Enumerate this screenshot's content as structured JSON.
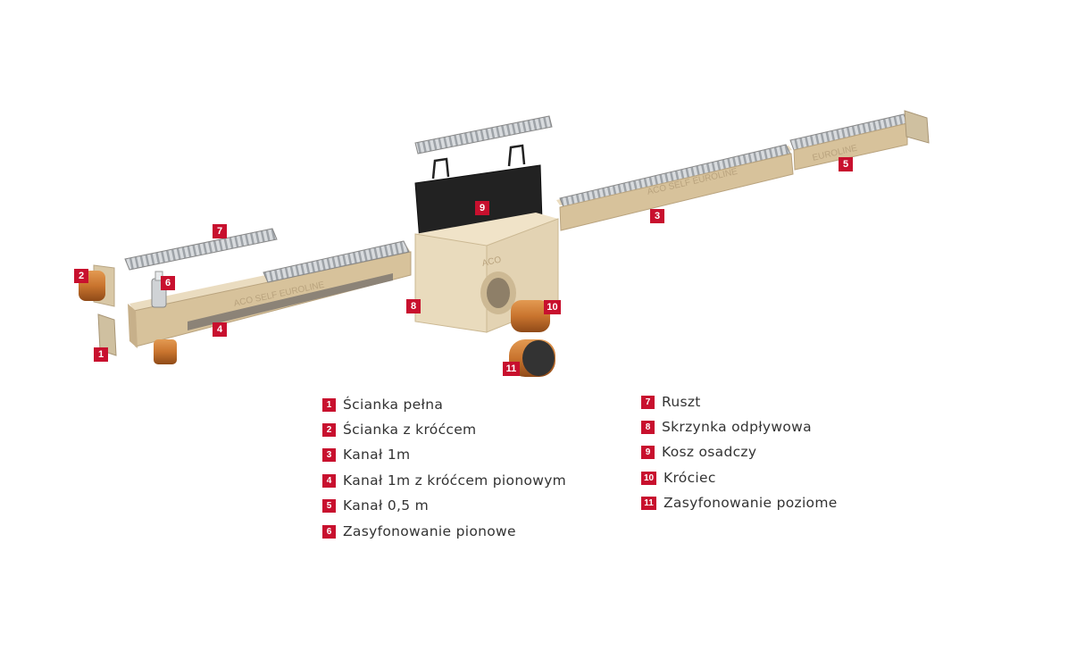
{
  "diagram": {
    "callouts": [
      {
        "number": "1",
        "part": "end-cap-solid"
      },
      {
        "number": "2",
        "part": "end-cap-with-outlet"
      },
      {
        "number": "3",
        "part": "channel-1m"
      },
      {
        "number": "4",
        "part": "channel-1m-vertical-outlet"
      },
      {
        "number": "5",
        "part": "channel-0-5m"
      },
      {
        "number": "6",
        "part": "vertical-trap"
      },
      {
        "number": "7",
        "part": "grate"
      },
      {
        "number": "8",
        "part": "outlet-box"
      },
      {
        "number": "9",
        "part": "sediment-basket"
      },
      {
        "number": "10",
        "part": "outlet-pipe"
      },
      {
        "number": "11",
        "part": "horizontal-trap"
      }
    ],
    "product_markings": {
      "channel_4": "ACO SELF EUROLINE",
      "channel_3": "ACO SELF EUROLINE",
      "channel_5": "EUROLINE",
      "box": "ACO"
    },
    "colors": {
      "badge": "#c8102e",
      "concrete": "#e3d3b3",
      "pipe": "#c9742e",
      "basket": "#222222",
      "grate": "#b9bdc2"
    }
  },
  "legend": {
    "left": [
      {
        "number": "1",
        "label": "Ścianka pełna"
      },
      {
        "number": "2",
        "label": "Ścianka z króćcem"
      },
      {
        "number": "3",
        "label": "Kanał 1m"
      },
      {
        "number": "4",
        "label": "Kanał 1m z króćcem pionowym"
      },
      {
        "number": "5",
        "label": "Kanał 0,5 m"
      },
      {
        "number": "6",
        "label": "Zasyfonowanie pionowe"
      }
    ],
    "right": [
      {
        "number": "7",
        "label": "Ruszt"
      },
      {
        "number": "8",
        "label": "Skrzynka odpływowa"
      },
      {
        "number": "9",
        "label": "Kosz osadczy"
      },
      {
        "number": "10",
        "label": "Króciec"
      },
      {
        "number": "11",
        "label": "Zasyfonowanie poziome"
      }
    ]
  }
}
